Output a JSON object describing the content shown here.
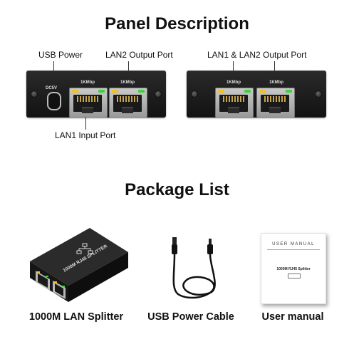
{
  "panel_section": {
    "title": "Panel Description",
    "left_panel": {
      "usb_power_label": "USB Power",
      "lan2_output_label": "LAN2 Output Port",
      "lan1_input_label": "LAN1 Input Port",
      "dc_text": "DC5V",
      "port_speed_1": "1KMbp",
      "port_speed_2": "1KMbp"
    },
    "right_panel": {
      "lan_outputs_label": "LAN1 & LAN2 Output Port",
      "port_speed_1": "1KMbp",
      "port_speed_2": "1KMbp"
    }
  },
  "package_section": {
    "title": "Package List",
    "items": [
      {
        "caption": "1000M LAN Splitter",
        "icon": "lan-splitter-device-icon",
        "device_text": "1000M RJ45 SPLITTER"
      },
      {
        "caption": "USB Power Cable",
        "icon": "usb-cable-icon"
      },
      {
        "caption": "User manual",
        "icon": "user-manual-icon",
        "manual_header": "USER  MANUAL",
        "manual_title": "1000M RJ45 Splitter"
      }
    ]
  },
  "colors": {
    "led_yellow": "#f2c21b",
    "led_green": "#3ed13e",
    "device_body": "#1c1c1c"
  }
}
